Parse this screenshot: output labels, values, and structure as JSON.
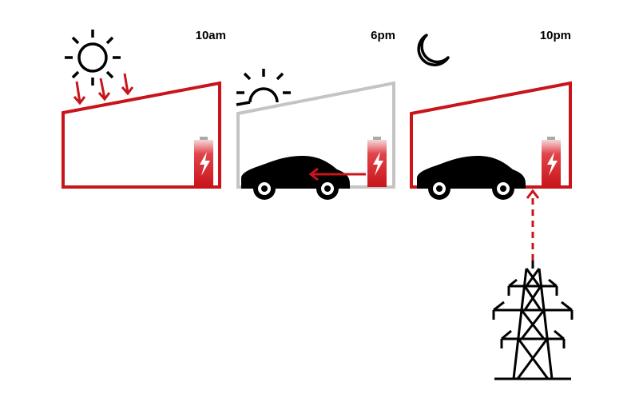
{
  "panels": [
    {
      "id": "morning",
      "time_label": "10am",
      "sky": "sun",
      "car": false,
      "grid": false,
      "house_outline": "red"
    },
    {
      "id": "evening",
      "time_label": "6pm",
      "sky": "low-sun",
      "car": true,
      "grid": false,
      "house_outline": "grey"
    },
    {
      "id": "night",
      "time_label": "10pm",
      "sky": "moon",
      "car": true,
      "grid": true,
      "house_outline": "red"
    }
  ],
  "battery_charge_fraction": 0.85,
  "icons": [
    "sun-icon",
    "moon-icon",
    "car-icon",
    "battery-icon",
    "lightning-icon",
    "pylon-icon",
    "arrow-icon"
  ],
  "colors": {
    "accent_red": "#c8151b",
    "outline_grey": "#c4c4c4",
    "ink": "#000000",
    "background": "#ffffff"
  }
}
